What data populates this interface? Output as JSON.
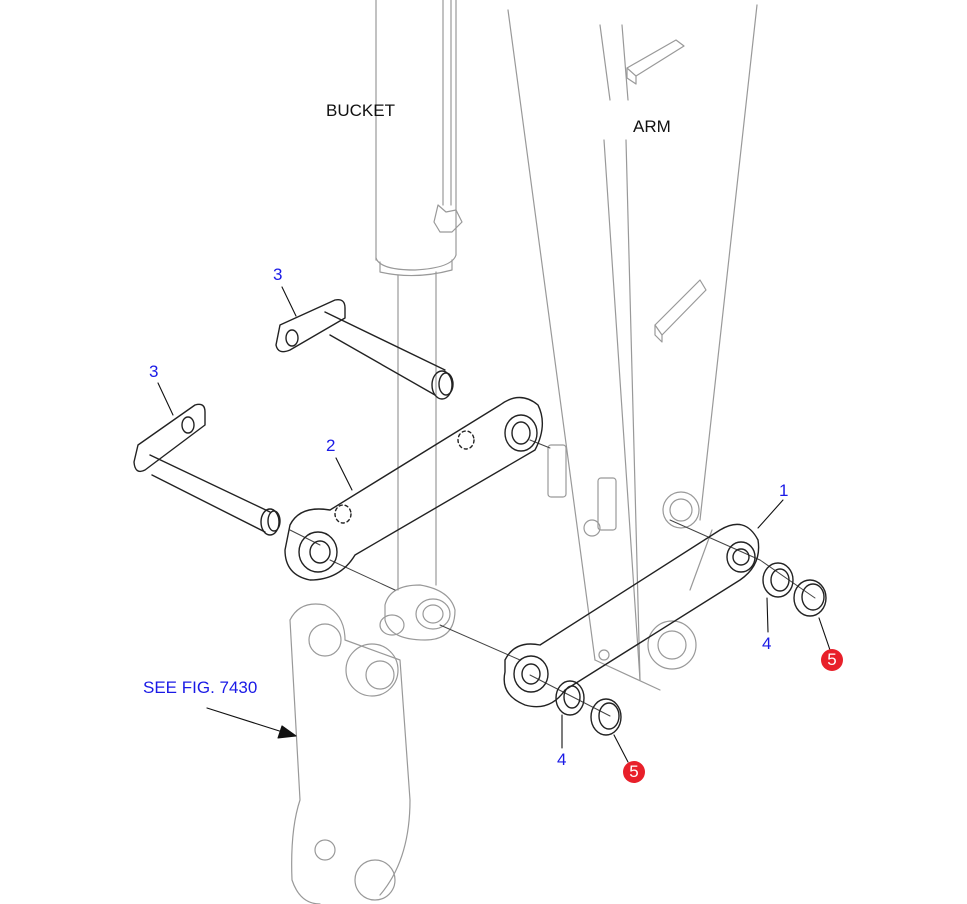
{
  "labels": {
    "bucket": "BUCKET",
    "arm": "ARM",
    "see_fig": "SEE FIG. 7430"
  },
  "callouts": {
    "c1": "1",
    "c2": "2",
    "c3a": "3",
    "c3b": "3",
    "c4a": "4",
    "c4b": "4",
    "c5a": "5",
    "c5b": "5"
  },
  "colors": {
    "callout_blue": "#1a1ae6",
    "badge_red": "#e8202a",
    "line": "#222222",
    "ghost_line": "#aaaaaa"
  }
}
